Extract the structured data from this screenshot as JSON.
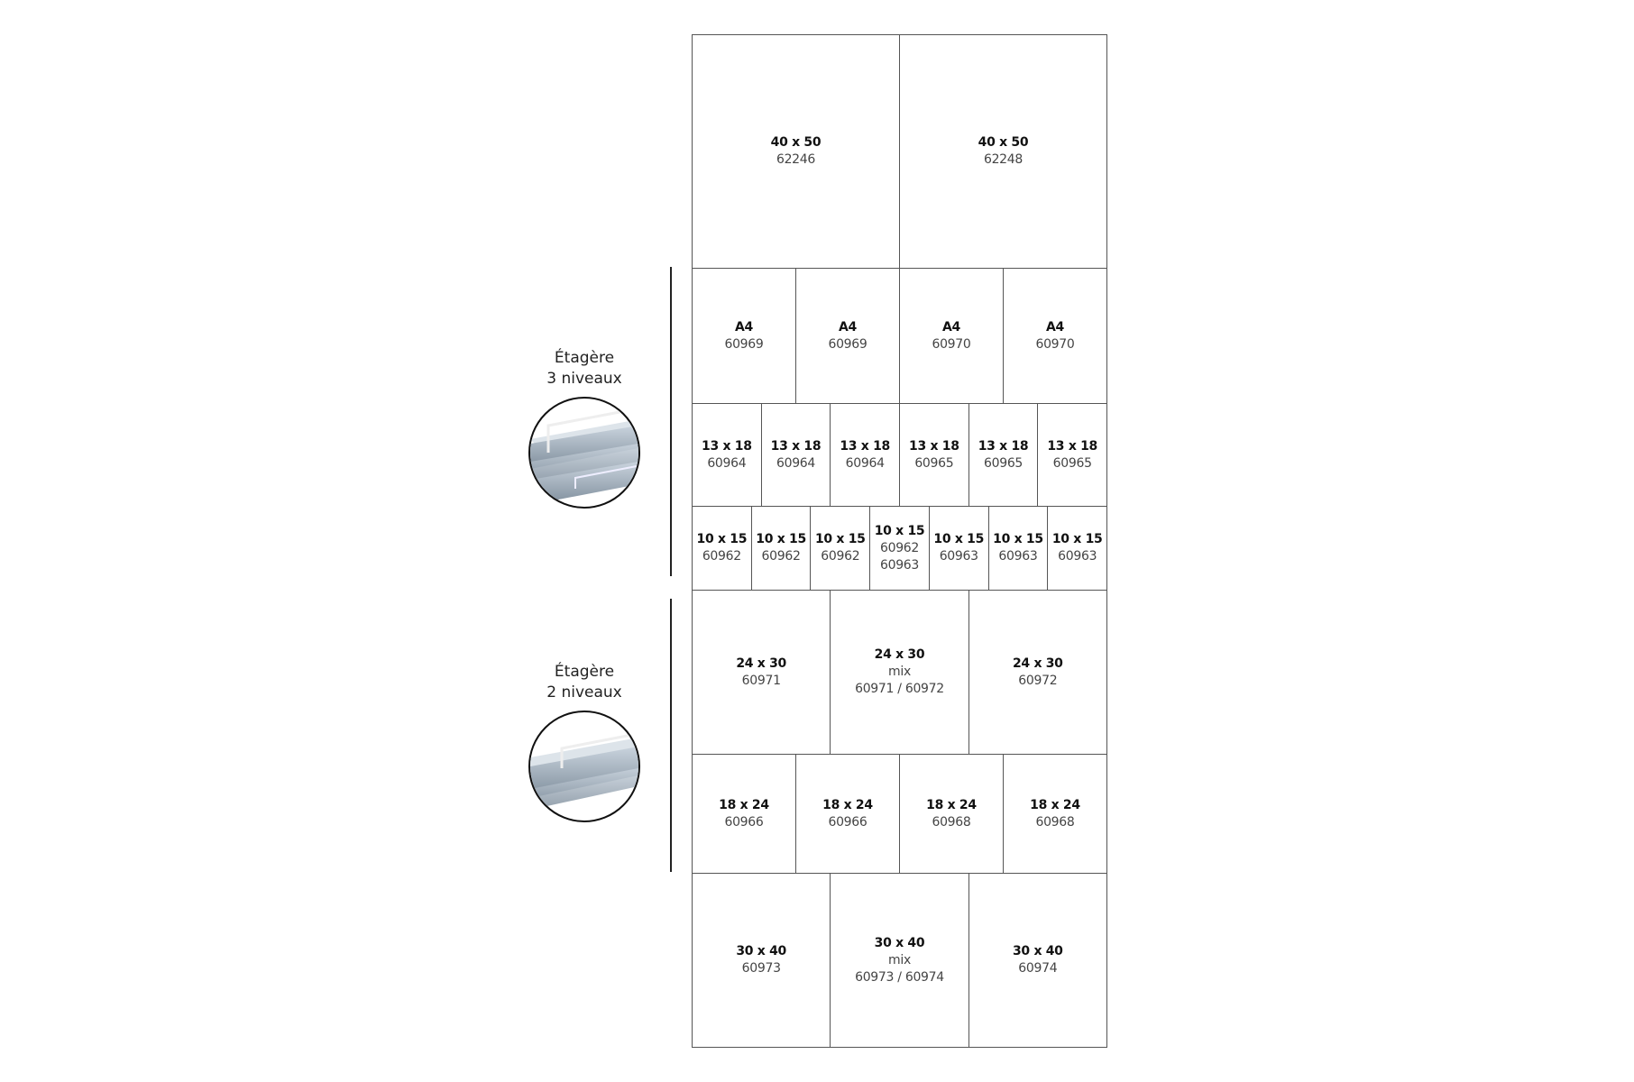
{
  "shelves": [
    {
      "title": "Étagère",
      "subtitle": "3 niveaux",
      "icon": "three-level-shelf-icon"
    },
    {
      "title": "Étagère",
      "subtitle": "2 niveaux",
      "icon": "two-level-shelf-icon"
    }
  ],
  "rows": [
    {
      "cells": [
        {
          "size": "40 x 50",
          "codes": [
            "62246"
          ]
        },
        {
          "size": "40 x 50",
          "codes": [
            "62248"
          ]
        }
      ]
    },
    {
      "cells": [
        {
          "size": "A4",
          "codes": [
            "60969"
          ]
        },
        {
          "size": "A4",
          "codes": [
            "60969"
          ]
        },
        {
          "size": "A4",
          "codes": [
            "60970"
          ]
        },
        {
          "size": "A4",
          "codes": [
            "60970"
          ]
        }
      ]
    },
    {
      "cells": [
        {
          "size": "13 x 18",
          "codes": [
            "60964"
          ]
        },
        {
          "size": "13 x 18",
          "codes": [
            "60964"
          ]
        },
        {
          "size": "13 x 18",
          "codes": [
            "60964"
          ]
        },
        {
          "size": "13 x 18",
          "codes": [
            "60965"
          ]
        },
        {
          "size": "13 x 18",
          "codes": [
            "60965"
          ]
        },
        {
          "size": "13 x 18",
          "codes": [
            "60965"
          ]
        }
      ]
    },
    {
      "cells": [
        {
          "size": "10 x 15",
          "codes": [
            "60962"
          ]
        },
        {
          "size": "10 x 15",
          "codes": [
            "60962"
          ]
        },
        {
          "size": "10 x 15",
          "codes": [
            "60962"
          ]
        },
        {
          "size": "10 x 15",
          "codes": [
            "60962",
            "60963"
          ]
        },
        {
          "size": "10 x 15",
          "codes": [
            "60963"
          ]
        },
        {
          "size": "10 x 15",
          "codes": [
            "60963"
          ]
        },
        {
          "size": "10 x 15",
          "codes": [
            "60963"
          ]
        }
      ]
    },
    {
      "cells": [
        {
          "size": "24 x 30",
          "codes": [
            "60971"
          ]
        },
        {
          "size": "24 x 30",
          "note": "mix",
          "codes": [
            "60971 / 60972"
          ]
        },
        {
          "size": "24 x 30",
          "codes": [
            "60972"
          ]
        }
      ]
    },
    {
      "cells": [
        {
          "size": "18 x 24",
          "codes": [
            "60966"
          ]
        },
        {
          "size": "18 x 24",
          "codes": [
            "60966"
          ]
        },
        {
          "size": "18 x 24",
          "codes": [
            "60968"
          ]
        },
        {
          "size": "18 x 24",
          "codes": [
            "60968"
          ]
        }
      ]
    },
    {
      "cells": [
        {
          "size": "30 x 40",
          "codes": [
            "60973"
          ]
        },
        {
          "size": "30 x 40",
          "note": "mix",
          "codes": [
            "60973 / 60974"
          ]
        },
        {
          "size": "30 x 40",
          "codes": [
            "60974"
          ]
        }
      ]
    }
  ]
}
